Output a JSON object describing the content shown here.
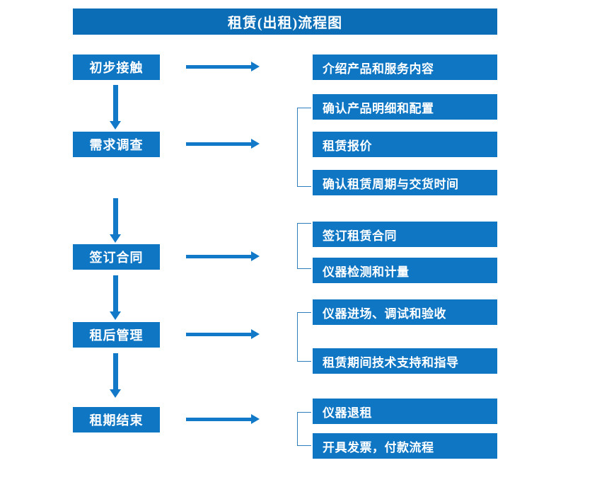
{
  "title": "租赁(出租)流程图",
  "theme": {
    "banner_blue": "#0A6DB5",
    "node_blue": "#0F76C4",
    "arrow_blue": "#1279C8",
    "bracket_blue": "#2E7EBE",
    "text_white": "#FFFFFF",
    "background": "#FFFFFF"
  },
  "chart_data": {
    "type": "diagram",
    "title": "租赁(出租)流程图",
    "stages": [
      {
        "id": "stage1",
        "label": "初步接触",
        "details": [
          "介绍产品和服务内容"
        ],
        "bracketed": false
      },
      {
        "id": "stage2",
        "label": "需求调查",
        "details": [
          "确认产品明细和配置",
          "租赁报价",
          "确认租赁周期与交货时间"
        ],
        "bracketed": true
      },
      {
        "id": "stage3",
        "label": "签订合同",
        "details": [
          "签订租赁合同",
          "仪器检测和计量"
        ],
        "bracketed": true
      },
      {
        "id": "stage4",
        "label": "租后管理",
        "details": [
          "仪器进场、调试和验收",
          "租赁期间技术支持和指导"
        ],
        "bracketed": true
      },
      {
        "id": "stage5",
        "label": "租期结束",
        "details": [
          "仪器退租",
          "开具发票，付款流程"
        ],
        "bracketed": true
      }
    ]
  },
  "stages": {
    "s1": "初步接触",
    "s2": "需求调查",
    "s3": "签订合同",
    "s4": "租后管理",
    "s5": "租期结束"
  },
  "details": {
    "d1": "介绍产品和服务内容",
    "d2": "确认产品明细和配置",
    "d3": "租赁报价",
    "d4": "确认租赁周期与交货时间",
    "d5": "签订租赁合同",
    "d6": "仪器检测和计量",
    "d7": "仪器进场、调试和验收",
    "d8": "租赁期间技术支持和指导",
    "d9": "仪器退租",
    "d10": "开具发票，付款流程"
  }
}
